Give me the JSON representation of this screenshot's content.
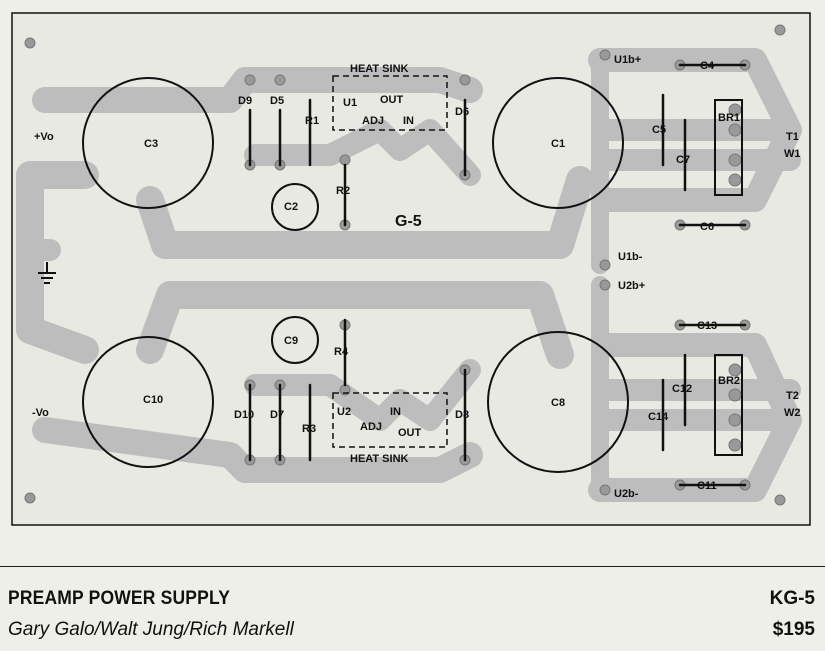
{
  "board": {
    "id_label": "G-5",
    "heat_sink_label": "HEAT SINK",
    "terminals": {
      "plus_vo": "+Vo",
      "minus_vo": "-Vo",
      "t1": "T1",
      "w1": "W1",
      "t2": "T2",
      "w2": "W2"
    },
    "nodes": {
      "u1b_plus": "U1b+",
      "u1b_minus": "U1b-",
      "u2b_plus": "U2b+",
      "u2b_minus": "U2b-"
    },
    "regulators": {
      "u1": {
        "name": "U1",
        "out": "OUT",
        "adj": "ADJ",
        "in": "IN"
      },
      "u2": {
        "name": "U2",
        "out": "OUT",
        "adj": "ADJ",
        "in": "IN"
      }
    },
    "capacitors": [
      "C1",
      "C2",
      "C3",
      "C4",
      "C5",
      "C6",
      "C7",
      "C8",
      "C9",
      "C10",
      "C11",
      "C12",
      "C13",
      "C14"
    ],
    "resistors": [
      "R1",
      "R2",
      "R3",
      "R4"
    ],
    "diodes": [
      "D5",
      "D6",
      "D7",
      "D8",
      "D9",
      "D10"
    ],
    "bridges": [
      "BR1",
      "BR2"
    ]
  },
  "footer": {
    "title": "PREAMP POWER SUPPLY",
    "authors": "Gary Galo/Walt Jung/Rich Markell",
    "kit_code": "KG-5",
    "price": "$195"
  }
}
